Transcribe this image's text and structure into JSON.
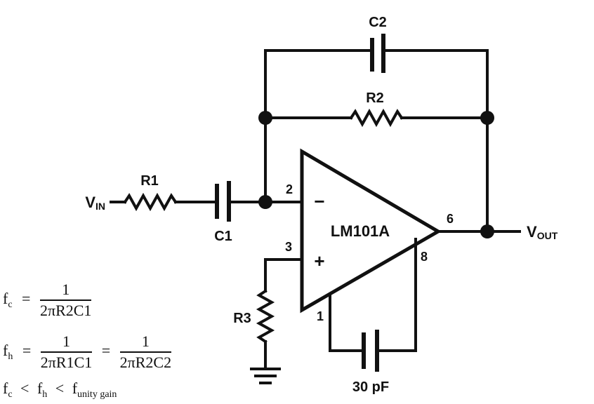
{
  "components": {
    "r1": "R1",
    "r2": "R2",
    "r3": "R3",
    "c1": "C1",
    "c2": "C2",
    "c_comp": "30 pF",
    "opamp": "LM101A"
  },
  "pins": {
    "inv": "2",
    "noninv": "3",
    "out": "6",
    "comp1": "1",
    "comp8": "8",
    "minus": "−",
    "plus": "+"
  },
  "ports": {
    "vin_main": "V",
    "vin_sub": "IN",
    "vout_main": "V",
    "vout_sub": "OUT"
  },
  "equations": {
    "fc_lhs_main": "f",
    "fc_lhs_sub": "c",
    "eq_sign": "=",
    "fc_num": "1",
    "fc_den": "2πR2C1",
    "fh_lhs_main": "f",
    "fh_lhs_sub": "h",
    "fh_num1": "1",
    "fh_den1": "2πR1C1",
    "fh_num2": "1",
    "fh_den2": "2πR2C2",
    "ineq_fc_main": "f",
    "ineq_fc_sub": "c",
    "lt": "<",
    "ineq_fh_main": "f",
    "ineq_fh_sub": "h",
    "ineq_fu_main": "f",
    "ineq_fu_sub": "unity gain"
  }
}
